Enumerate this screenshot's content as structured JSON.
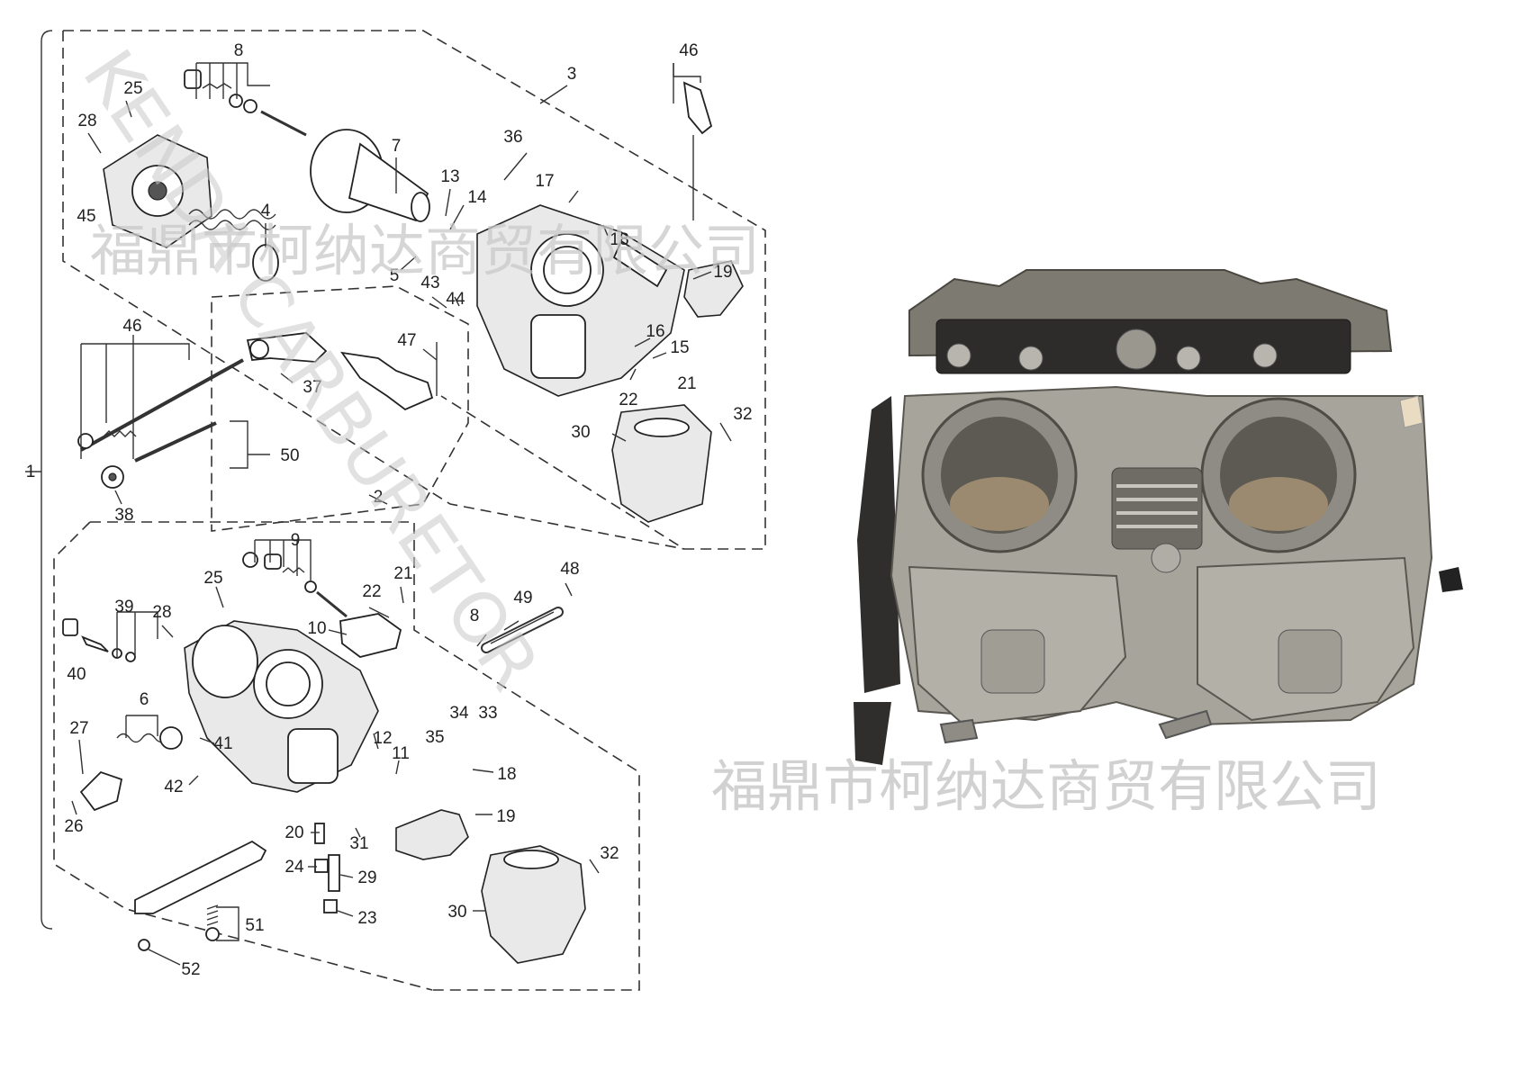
{
  "diagram": {
    "bracket_label": "1",
    "callouts": [
      {
        "id": "c8a",
        "text": "8"
      },
      {
        "id": "c25a",
        "text": "25"
      },
      {
        "id": "c28a",
        "text": "28"
      },
      {
        "id": "c45",
        "text": "45"
      },
      {
        "id": "c7",
        "text": "7"
      },
      {
        "id": "c4",
        "text": "4"
      },
      {
        "id": "c3",
        "text": "3"
      },
      {
        "id": "c46a",
        "text": "46"
      },
      {
        "id": "c36",
        "text": "36"
      },
      {
        "id": "c13",
        "text": "13"
      },
      {
        "id": "c14",
        "text": "14"
      },
      {
        "id": "c17",
        "text": "17"
      },
      {
        "id": "c18a",
        "text": "18"
      },
      {
        "id": "c5",
        "text": "5"
      },
      {
        "id": "c43",
        "text": "43"
      },
      {
        "id": "c44",
        "text": "44"
      },
      {
        "id": "c19a",
        "text": "19"
      },
      {
        "id": "c46b",
        "text": "46"
      },
      {
        "id": "c47",
        "text": "47"
      },
      {
        "id": "c16",
        "text": "16"
      },
      {
        "id": "c15",
        "text": "15"
      },
      {
        "id": "c21a",
        "text": "21"
      },
      {
        "id": "c22a",
        "text": "22"
      },
      {
        "id": "c37",
        "text": "37"
      },
      {
        "id": "c32a",
        "text": "32"
      },
      {
        "id": "c30a",
        "text": "30"
      },
      {
        "id": "c50",
        "text": "50"
      },
      {
        "id": "c38",
        "text": "38"
      },
      {
        "id": "c2",
        "text": "2"
      },
      {
        "id": "c9",
        "text": "9"
      },
      {
        "id": "c25b",
        "text": "25"
      },
      {
        "id": "c21b",
        "text": "21"
      },
      {
        "id": "c48",
        "text": "48"
      },
      {
        "id": "c22b",
        "text": "22"
      },
      {
        "id": "c39",
        "text": "39"
      },
      {
        "id": "c28b",
        "text": "28"
      },
      {
        "id": "c10",
        "text": "10"
      },
      {
        "id": "c49",
        "text": "49"
      },
      {
        "id": "c8b",
        "text": "8"
      },
      {
        "id": "c40",
        "text": "40"
      },
      {
        "id": "c6",
        "text": "6"
      },
      {
        "id": "c33",
        "text": "33"
      },
      {
        "id": "c34",
        "text": "34"
      },
      {
        "id": "c35",
        "text": "35"
      },
      {
        "id": "c27",
        "text": "27"
      },
      {
        "id": "c41",
        "text": "41"
      },
      {
        "id": "c12",
        "text": "12"
      },
      {
        "id": "c11",
        "text": "11"
      },
      {
        "id": "c42",
        "text": "42"
      },
      {
        "id": "c18b",
        "text": "18"
      },
      {
        "id": "c26",
        "text": "26"
      },
      {
        "id": "c19b",
        "text": "19"
      },
      {
        "id": "c20",
        "text": "20"
      },
      {
        "id": "c31",
        "text": "31"
      },
      {
        "id": "c32b",
        "text": "32"
      },
      {
        "id": "c24",
        "text": "24"
      },
      {
        "id": "c29",
        "text": "29"
      },
      {
        "id": "c30b",
        "text": "30"
      },
      {
        "id": "c51",
        "text": "51"
      },
      {
        "id": "c23",
        "text": "23"
      },
      {
        "id": "c52",
        "text": "52"
      }
    ]
  },
  "watermarks": {
    "company_upper": "福鼎市柯纳达商贸有限公司",
    "company_lower": "福鼎市柯纳达商贸有限公司",
    "diagonal": "KENDA CARBURETOR"
  }
}
